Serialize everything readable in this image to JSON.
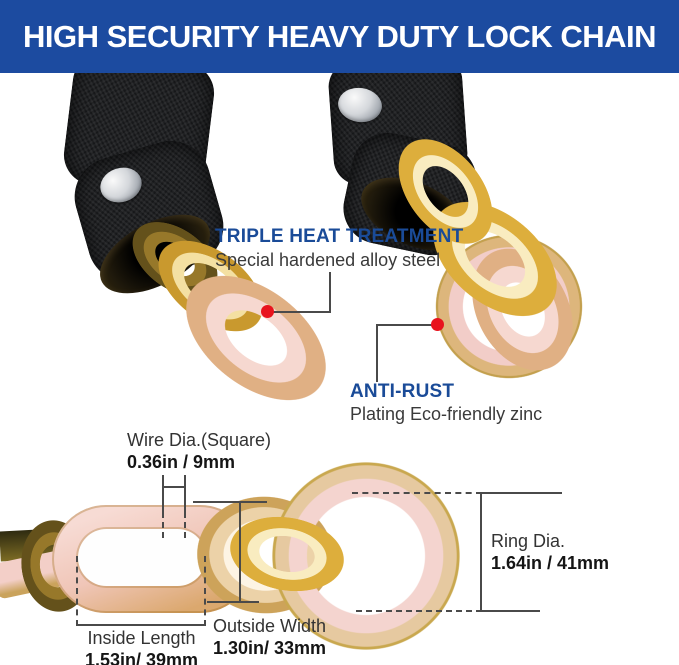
{
  "banner": {
    "title": "HIGH SECURITY HEAVY DUTY LOCK CHAIN"
  },
  "callouts": {
    "heat": {
      "title": "TRIPLE HEAT TREATMENT",
      "subtitle": "Special hardened alloy steel"
    },
    "rust": {
      "title": "ANTI-RUST",
      "subtitle": "Plating Eco-friendly zinc"
    }
  },
  "dimensions": {
    "wire": {
      "label": "Wire Dia.(Square)",
      "value": "0.36in / 9mm"
    },
    "outside": {
      "label": "Outside Width",
      "value": "1.30in/ 33mm"
    },
    "inside": {
      "label": "Inside Length",
      "value": "1.53in/ 39mm"
    },
    "ring": {
      "label": "Ring Dia.",
      "value": "1.64in / 41mm"
    }
  },
  "colors": {
    "banner_bg": "#1C4BA0",
    "banner_text": "#FFFFFF",
    "heading_blue": "#1A4B98",
    "line": "#4A4A4A",
    "marker_red": "#E8131D",
    "gold": "#C9992E",
    "pink": "#F2CCC5"
  }
}
